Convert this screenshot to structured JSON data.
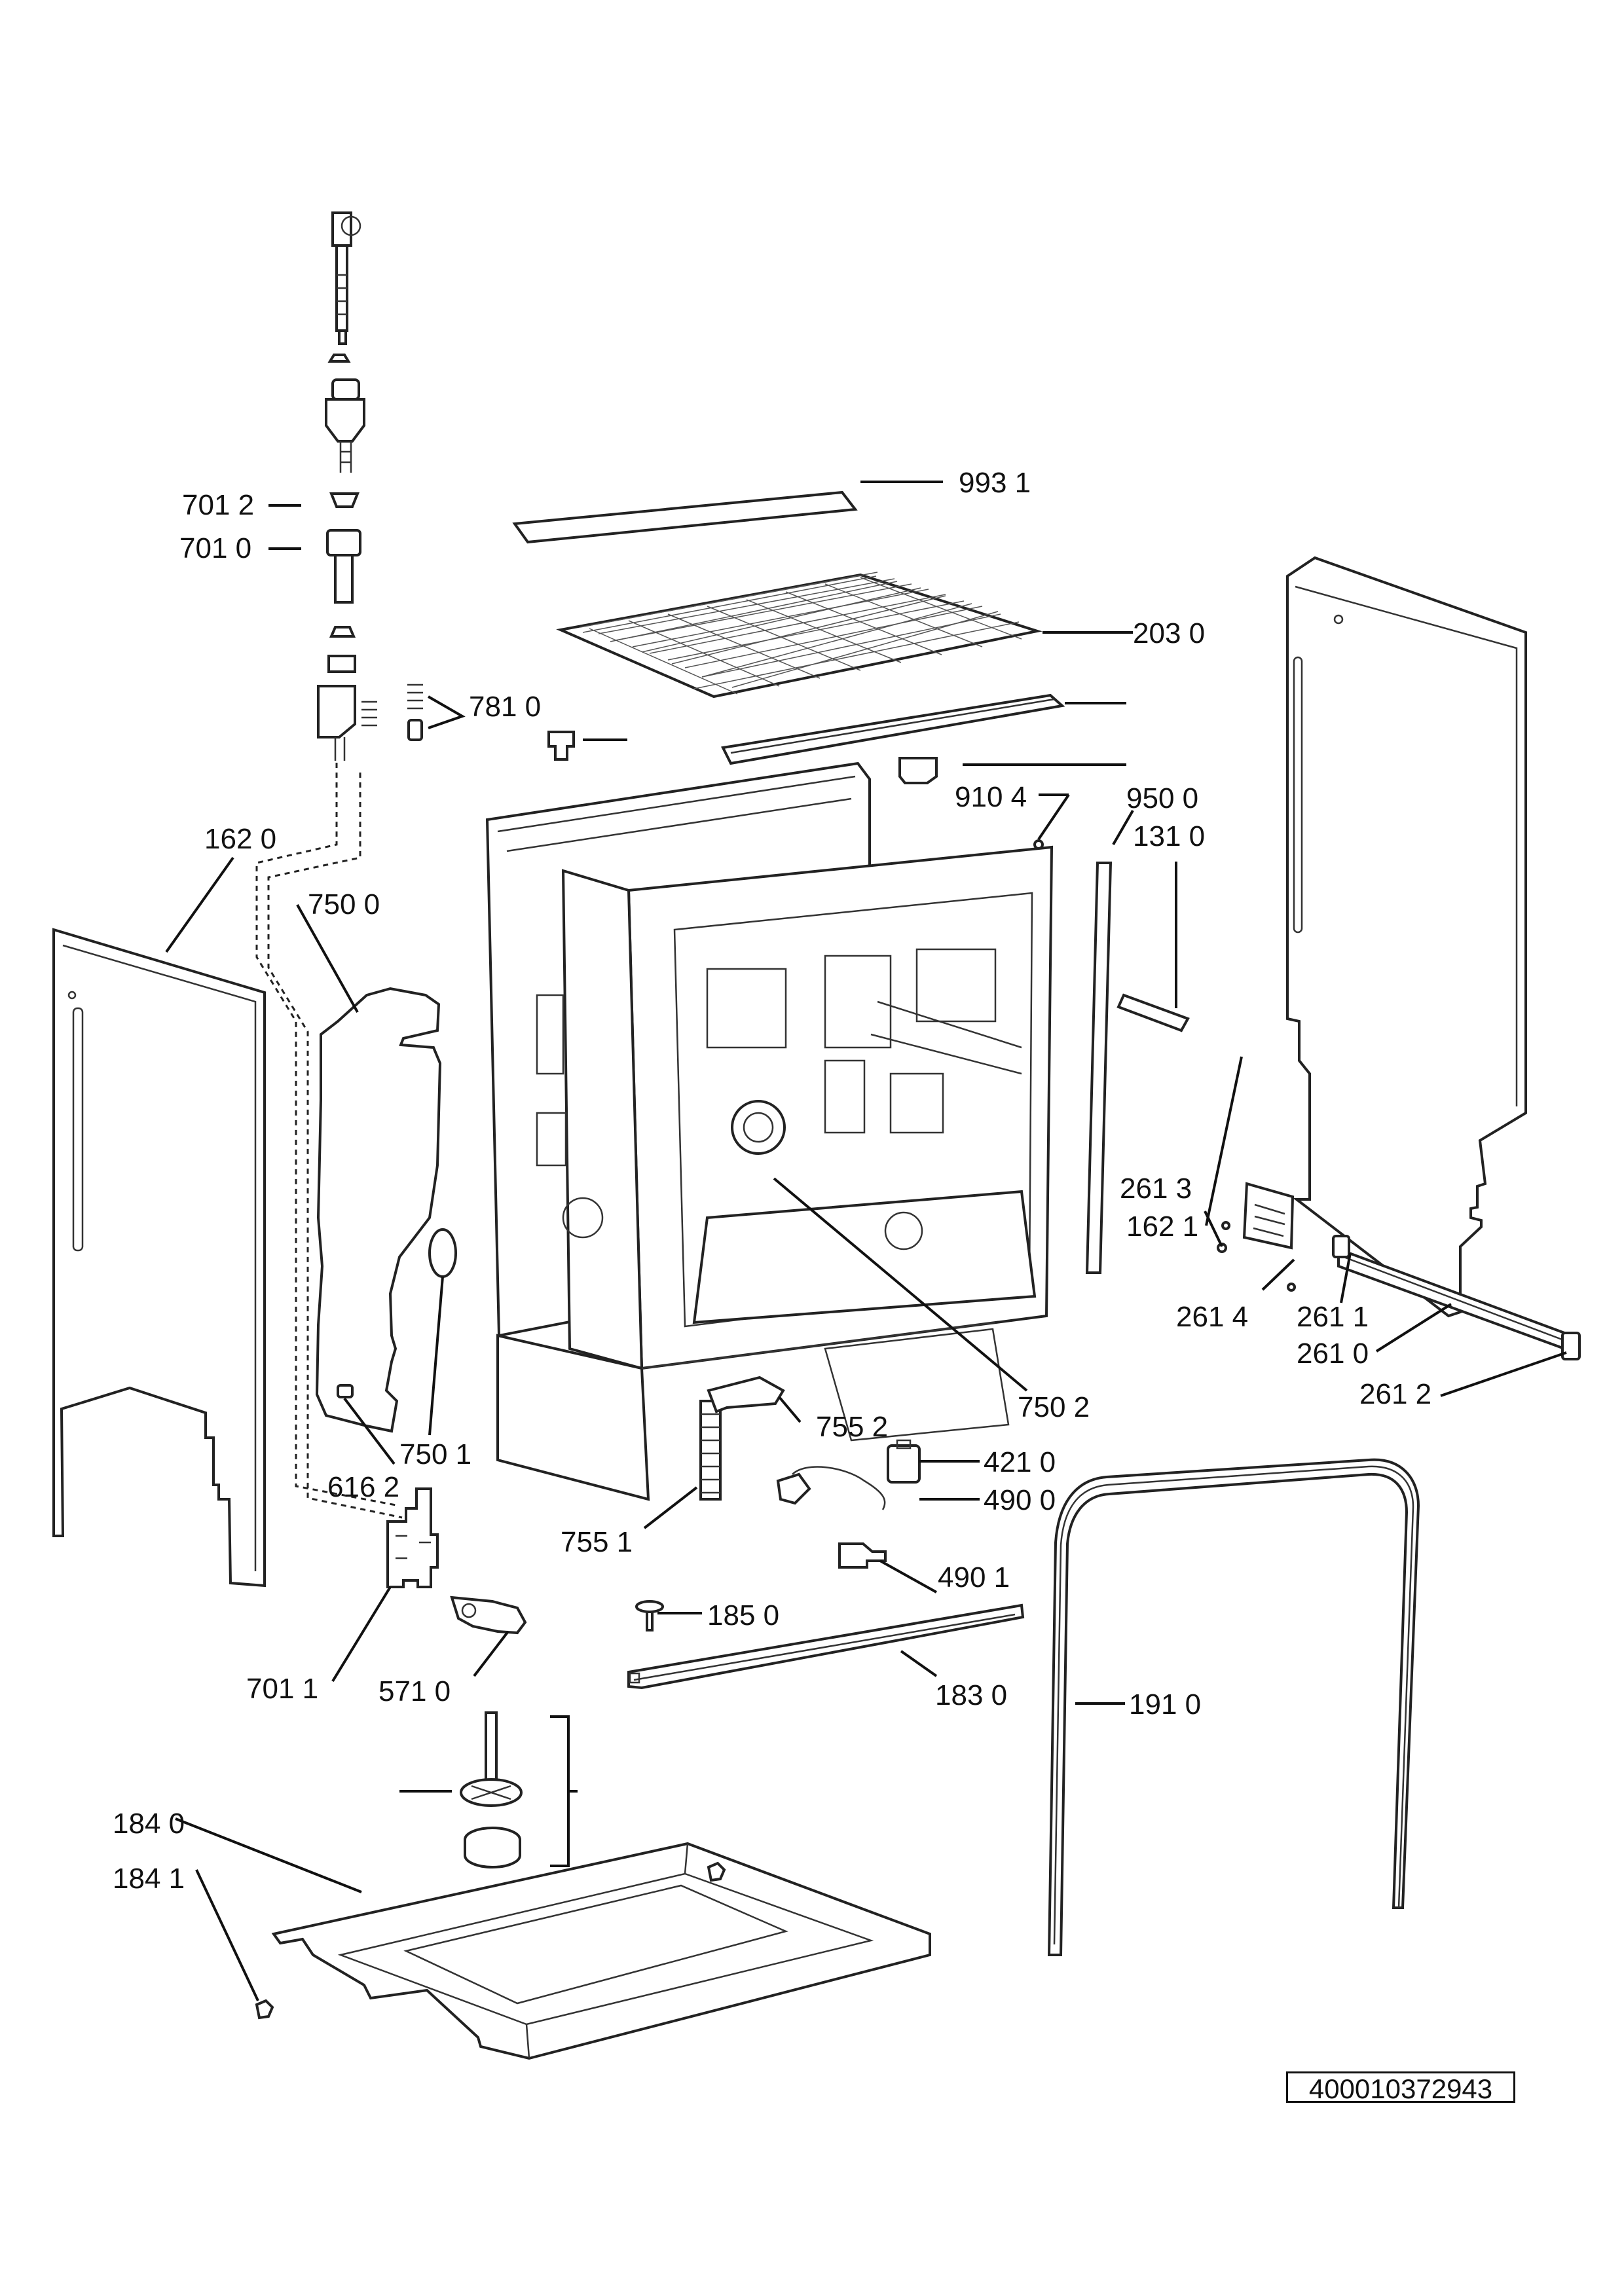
{
  "labels": {
    "p7012": "701 2",
    "p7010": "701 0",
    "p9931": "993 1",
    "p2030": "203 0",
    "p7810": "781 0",
    "p9104": "910 4",
    "p9500": "950 0",
    "p1310": "131 0",
    "p1620": "162 0",
    "p7500": "750 0",
    "p1621": "162 1",
    "p2613": "261 3",
    "p2614": "261 4",
    "p2611": "261 1",
    "p2610": "261 0",
    "p2612": "261 2",
    "p7502": "750 2",
    "p7501": "750 1",
    "p7552": "755 2",
    "p4210": "421 0",
    "p4900": "490 0",
    "p6162": "616 2",
    "p7551": "755 1",
    "p4901": "490 1",
    "p1850": "185 0",
    "p7011": "701 1",
    "p5710": "571 0",
    "p1830": "183 0",
    "p1910": "191 0",
    "p1840": "184 0",
    "p1841": "184 1"
  },
  "document_number": "400010372943"
}
